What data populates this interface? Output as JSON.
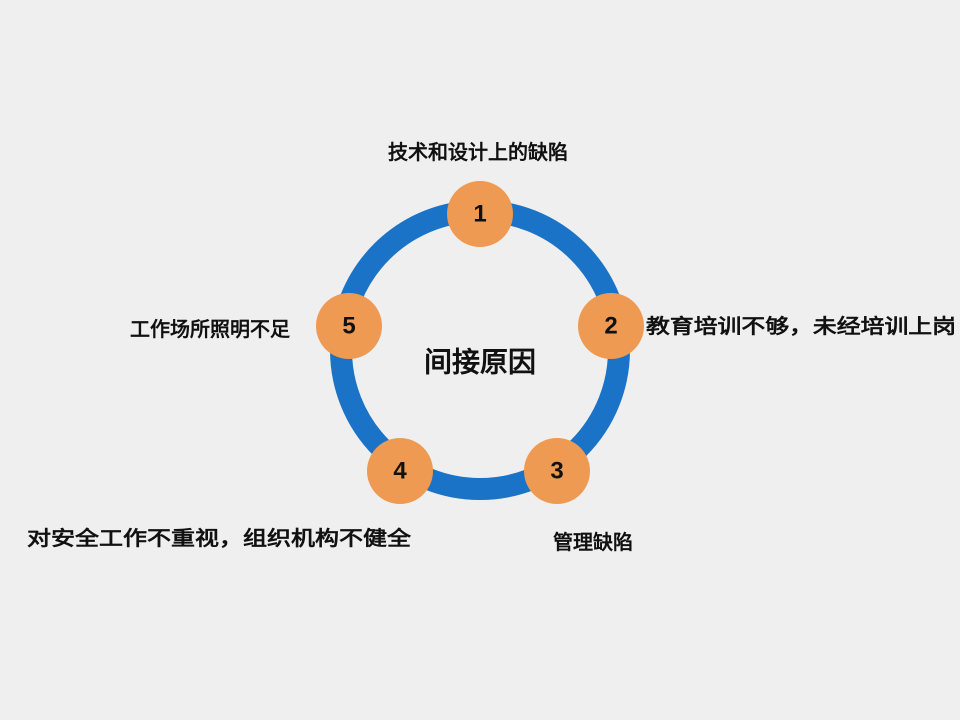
{
  "diagram": {
    "center_title": "间接原因",
    "colors": {
      "ring": "#1a73c6",
      "node": "#ee9a52",
      "text": "#111111",
      "background": "#efefef"
    },
    "nodes": [
      {
        "number": "1",
        "label": "技术和设计上的缺陷"
      },
      {
        "number": "2",
        "label": "教育培训不够，未经培训上岗"
      },
      {
        "number": "3",
        "label": "管理缺陷"
      },
      {
        "number": "4",
        "label": "对安全工作不重视，组织机构不健全"
      },
      {
        "number": "5",
        "label": "工作场所照明不足"
      }
    ]
  }
}
